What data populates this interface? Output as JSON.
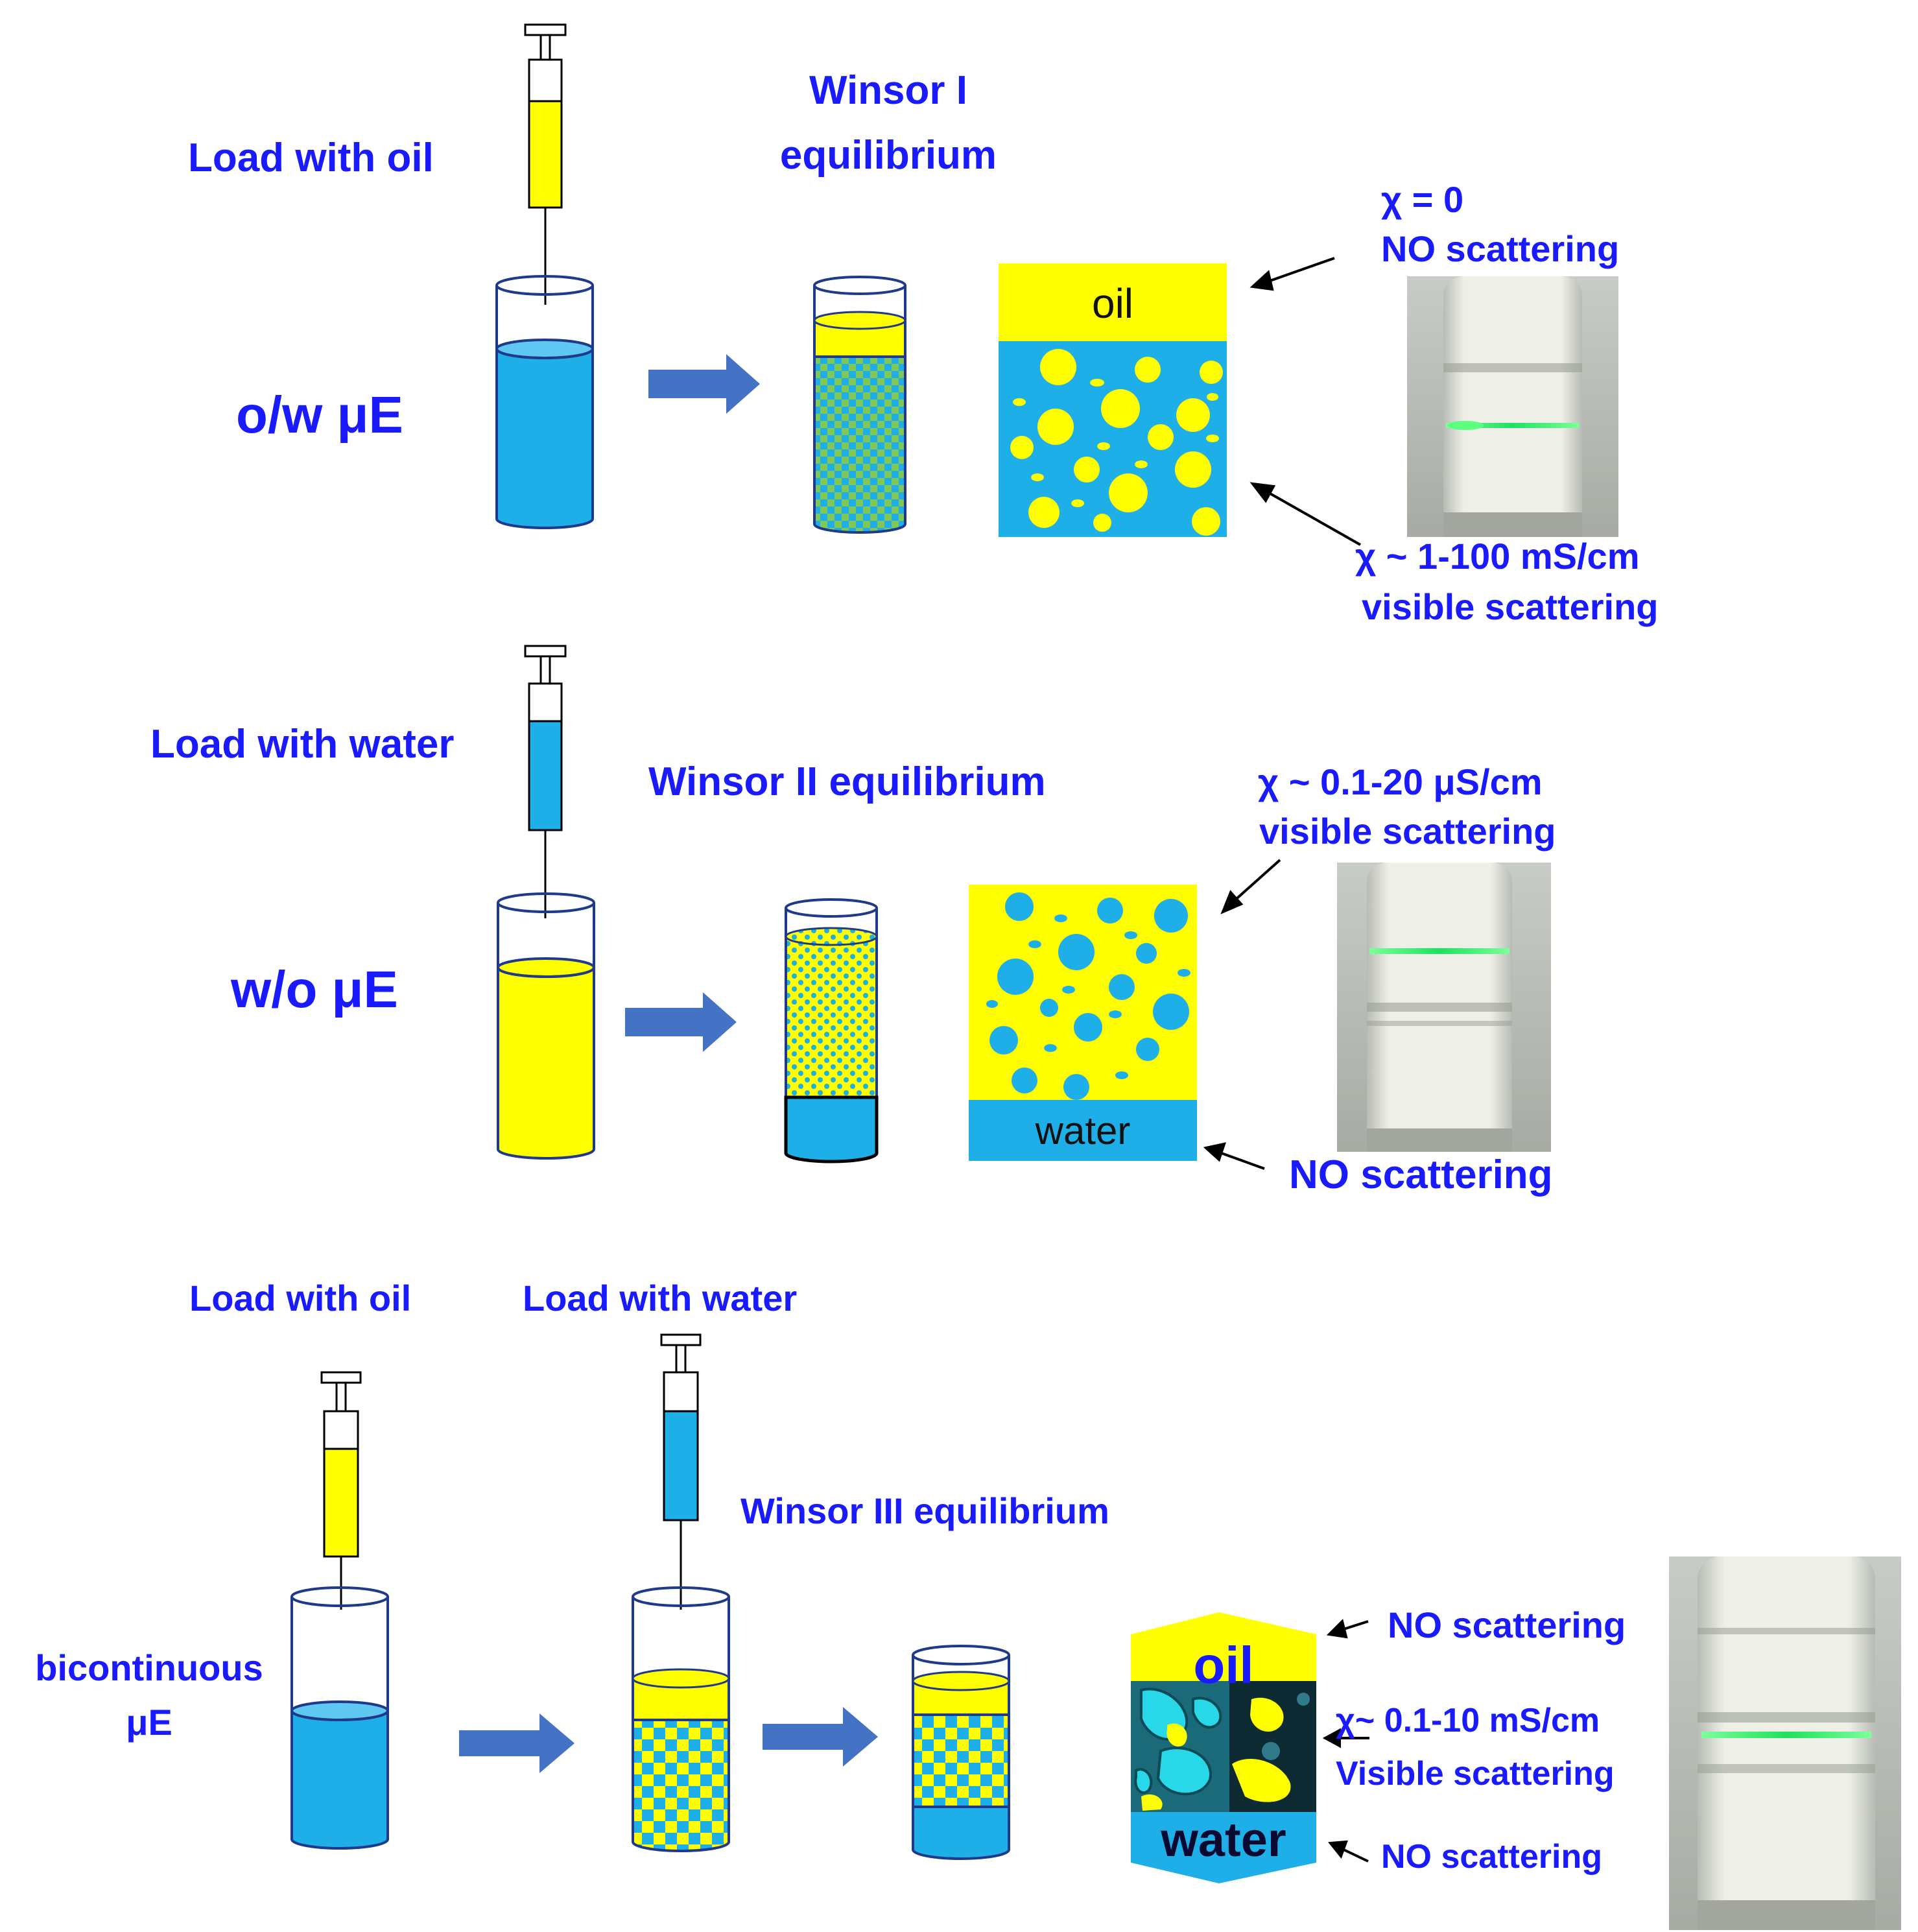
{
  "colors": {
    "oil": "#ffff00",
    "water": "#1eaee8",
    "water_light": "#5fc8f2",
    "label": "#1a1aff",
    "arrow": "#4472c4",
    "outline": "#1f3a8a"
  },
  "row1": {
    "syringe_label": "Load with oil",
    "equilibrium_title_line1": "Winsor I",
    "equilibrium_title_line2": "equilibrium",
    "emulsion_label": "o/w μE",
    "box_phase_label": "oil",
    "top_annotation_line1": "χ = 0",
    "top_annotation_line2": "NO scattering",
    "bottom_annotation_line1": "χ ~ 1-100 mS/cm",
    "bottom_annotation_line2": "visible scattering"
  },
  "row2": {
    "syringe_label": "Load with water",
    "equilibrium_title": "Winsor II equilibrium",
    "emulsion_label": "w/o μE",
    "box_phase_label": "water",
    "top_annotation_line1": "χ ~ 0.1-20 μS/cm",
    "top_annotation_line2": "visible scattering",
    "bottom_annotation": "NO scattering"
  },
  "row3": {
    "syringe1_label": "Load with oil",
    "syringe2_label": "Load with water",
    "equilibrium_title": "Winsor III equilibrium",
    "emulsion_label_line1": "bicontinuous",
    "emulsion_label_line2": "μE",
    "box_top_label": "oil",
    "box_bottom_label": "water",
    "annotation_top": "NO scattering",
    "annotation_middle_line1": "χ~ 0.1-10 mS/cm",
    "annotation_middle_line2": "Visible scattering",
    "annotation_bottom": "NO scattering"
  }
}
